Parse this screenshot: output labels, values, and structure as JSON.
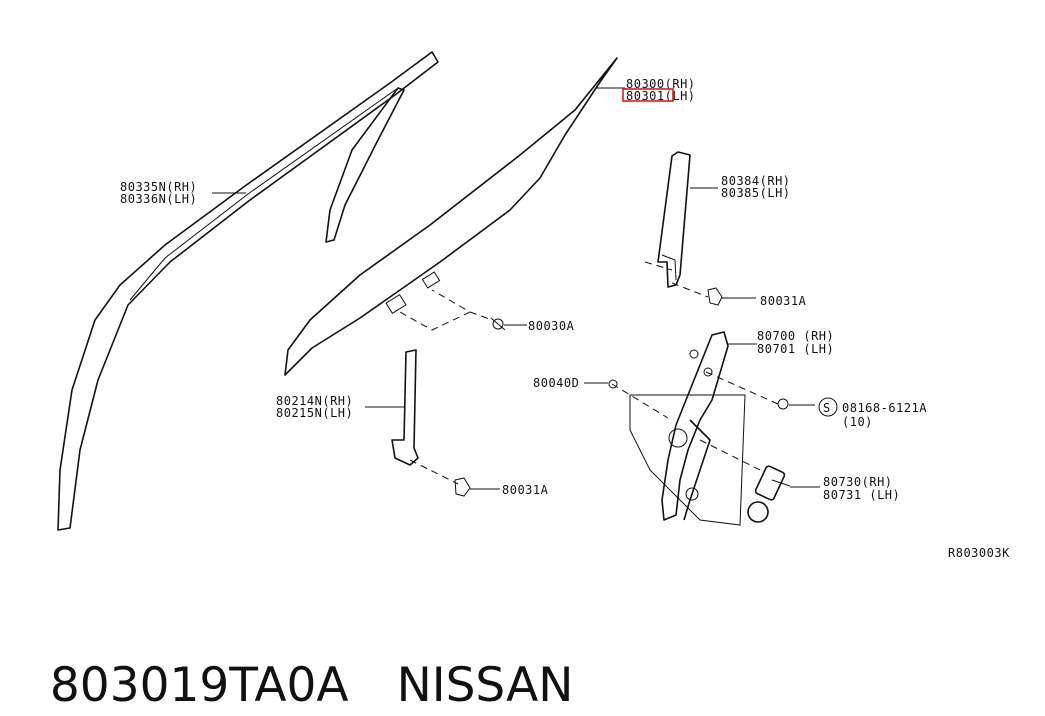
{
  "diagram": {
    "reference": "R803003K",
    "callouts": {
      "glass": [
        "80300(RH)",
        "80301(LH)"
      ],
      "weatherstrip": [
        "80335N(RH)",
        "80336N(LH)"
      ],
      "sash_rear": [
        "80384(RH)",
        "80385(LH)"
      ],
      "clip_rear": "80031A",
      "bolt_glass": "80030A",
      "regulator": [
        "80700 (RH)",
        "80701 (LH)"
      ],
      "bolt_reg": "80040D",
      "screw_std": [
        "08168-6121A",
        "(10)"
      ],
      "screw_std_symbol": "S",
      "sash_front": [
        "80214N(RH)",
        "80215N(LH)"
      ],
      "clip_front": "80031A",
      "motor": [
        "80730(RH)",
        "80731 (LH)"
      ]
    },
    "highlighted": "80301"
  },
  "caption": {
    "part_number": "803019TA0A",
    "brand": "NISSAN"
  },
  "colors": {
    "highlight": "#e8151d",
    "ink": "#111111"
  }
}
